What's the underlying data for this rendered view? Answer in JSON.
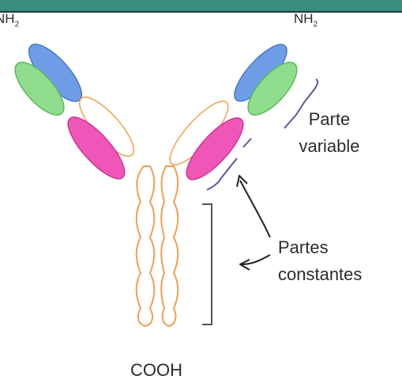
{
  "colors": {
    "top_bar": "#3b8c80",
    "variable_heavy": "#6e9ce6",
    "variable_light": "#8fdc8c",
    "constant_light": "#f055b8",
    "constant_heavy_outline": "#f0a050"
  },
  "labels": {
    "amino_terminal_left": "NH",
    "amino_terminal_left_sub": "2",
    "amino_terminal_right": "NH",
    "amino_terminal_right_sub": "2",
    "variable_part_line1": "Parte",
    "variable_part_line2": "variable",
    "constant_parts_line1": "Partes",
    "constant_parts_line2": "constantes",
    "carboxyl_terminal": "COOH"
  }
}
